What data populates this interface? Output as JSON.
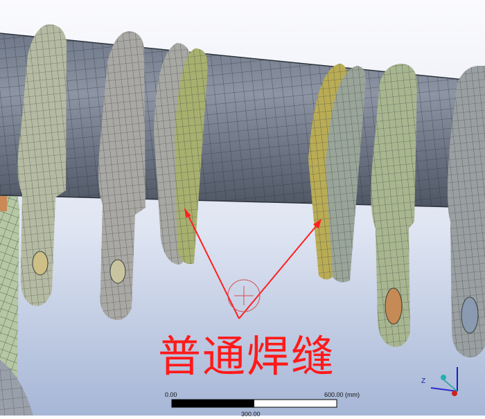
{
  "viewport": {
    "annotation_text": "普通焊缝",
    "annotation_color": "#ff1a1a",
    "background_top": "#f7f8fc",
    "background_bottom": "#a9b8d8",
    "mesh_color": "#5c6472"
  },
  "scale_bar": {
    "left_label": "0.00",
    "right_label": "600.00 (mm)",
    "bottom_label": "300.00"
  },
  "triad": {
    "z_label": "Z"
  }
}
